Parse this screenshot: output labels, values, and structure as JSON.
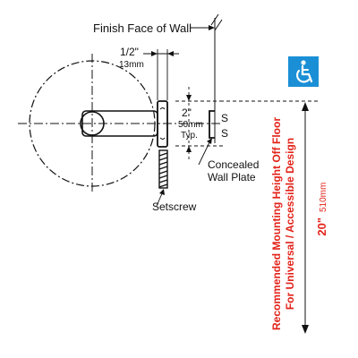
{
  "labels": {
    "finish_face": "Finish Face of Wall",
    "half_inch": "1/2\"",
    "thirteen_mm": "13mm",
    "two_inch": "2\"",
    "fifty_mm": "50mm",
    "typ": "Typ.",
    "s1": "S",
    "s2": "S",
    "concealed_1": "Concealed",
    "concealed_2": "Wall Plate",
    "setscrew": "Setscrew",
    "mount_1": "Recommended Mounting Height Off Floor",
    "mount_2": "For Universal / Accessible Design",
    "height_in": "20\"",
    "height_mm": "510mm"
  },
  "colors": {
    "accent_red": "#e32219",
    "access_blue": "#1a8fd6"
  },
  "icons": {
    "accessibility": "wheelchair-accessibility-icon"
  }
}
